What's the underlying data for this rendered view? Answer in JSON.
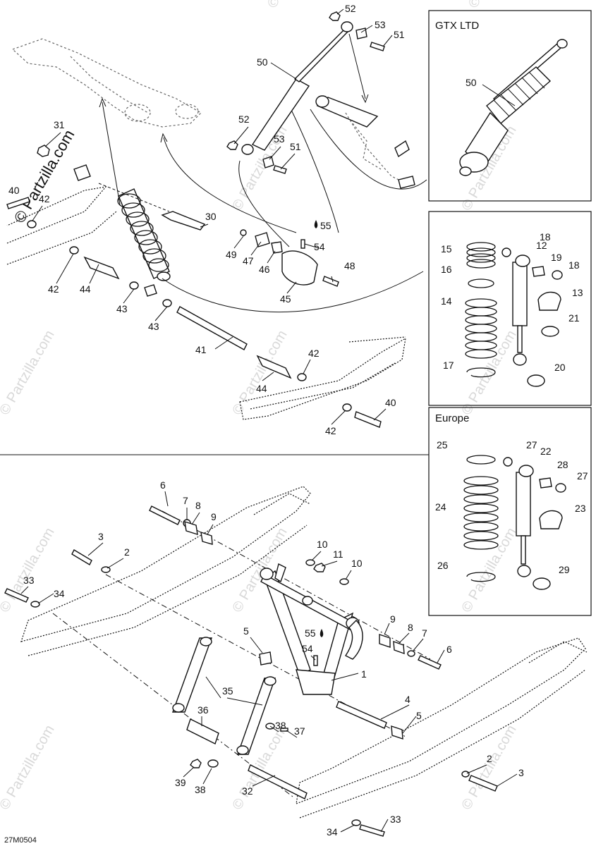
{
  "watermark": {
    "main": "© Partzilla.com",
    "faint": "© Partzilla.com",
    "small": "©"
  },
  "diagram_code": "27M0504",
  "boxes": {
    "gtx_ltd": "GTX LTD",
    "europe": "Europe"
  },
  "callouts": {
    "c1": "1",
    "c2a": "2",
    "c2b": "2",
    "c3a": "3",
    "c3b": "3",
    "c4": "4",
    "c5a": "5",
    "c5b": "5",
    "c6a": "6",
    "c6b": "6",
    "c7a": "7",
    "c7b": "7",
    "c8a": "8",
    "c8b": "8",
    "c9a": "9",
    "c9b": "9",
    "c10a": "10",
    "c10b": "10",
    "c11": "11",
    "c12": "12",
    "c13": "13",
    "c14": "14",
    "c15": "15",
    "c16": "16",
    "c17": "17",
    "c18a": "18",
    "c18b": "18",
    "c19": "19",
    "c20": "20",
    "c21": "21",
    "c22": "22",
    "c23": "23",
    "c24": "24",
    "c25": "25",
    "c26": "26",
    "c27a": "27",
    "c27b": "27",
    "c28": "28",
    "c29": "29",
    "c30": "30",
    "c31": "31",
    "c32": "32",
    "c33a": "33",
    "c33b": "33",
    "c34a": "34",
    "c34b": "34",
    "c35": "35",
    "c36": "36",
    "c37": "37",
    "c38a": "38",
    "c38b": "38",
    "c39": "39",
    "c40a": "40",
    "c40b": "40",
    "c41": "41",
    "c42a": "42",
    "c42b": "42",
    "c42c": "42",
    "c42d": "42",
    "c43a": "43",
    "c43b": "43",
    "c44a": "44",
    "c44b": "44",
    "c45": "45",
    "c46": "46",
    "c47": "47",
    "c48": "48",
    "c49": "49",
    "c50a": "50",
    "c50b": "50",
    "c51a": "51",
    "c51b": "51",
    "c52a": "52",
    "c52b": "52",
    "c53a": "53",
    "c53b": "53",
    "c54a": "54",
    "c54b": "54",
    "c55a": "55",
    "c55b": "55"
  }
}
